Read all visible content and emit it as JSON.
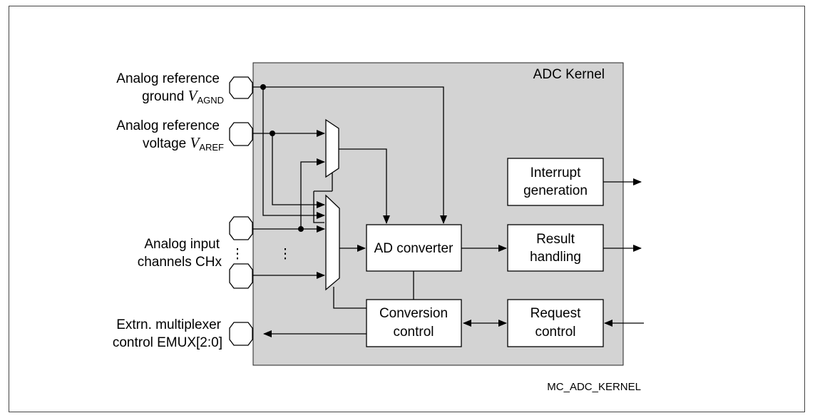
{
  "kernel_title": "ADC Kernel",
  "figure_id": "MC_ADC_KERNEL",
  "inputs": {
    "agnd": {
      "line1": "Analog reference",
      "line2_prefix": "ground ",
      "var": "V",
      "sub": "AGND"
    },
    "aref": {
      "line1": "Analog reference",
      "line2_prefix": "voltage ",
      "var": "V",
      "sub": "AREF"
    },
    "channels": {
      "line1": "Analog input",
      "line2": "channels CHx"
    },
    "emux": {
      "line1": "Extrn. multiplexer",
      "line2": "control EMUX[2:0]"
    }
  },
  "blocks": {
    "ad_converter": "AD converter",
    "conversion_control": [
      "Conversion",
      "control"
    ],
    "interrupt_generation": [
      "Interrupt",
      "generation"
    ],
    "result_handling": [
      "Result",
      "handling"
    ],
    "request_control": [
      "Request",
      "control"
    ]
  },
  "ellipsis": "⋮"
}
